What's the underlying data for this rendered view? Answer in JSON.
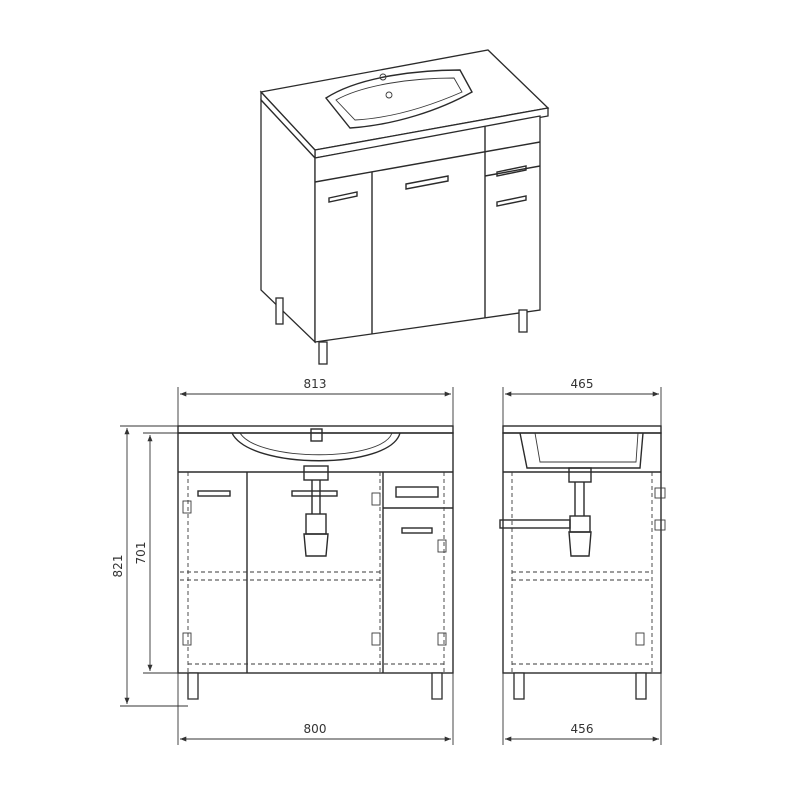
{
  "dimensions": {
    "front_top_width": "813",
    "front_bottom_width": "800",
    "overall_height": "821",
    "cabinet_height": "701",
    "side_top_depth": "465",
    "side_bottom_depth": "456"
  },
  "colors": {
    "line": "#2b2b2b",
    "background": "#ffffff"
  }
}
